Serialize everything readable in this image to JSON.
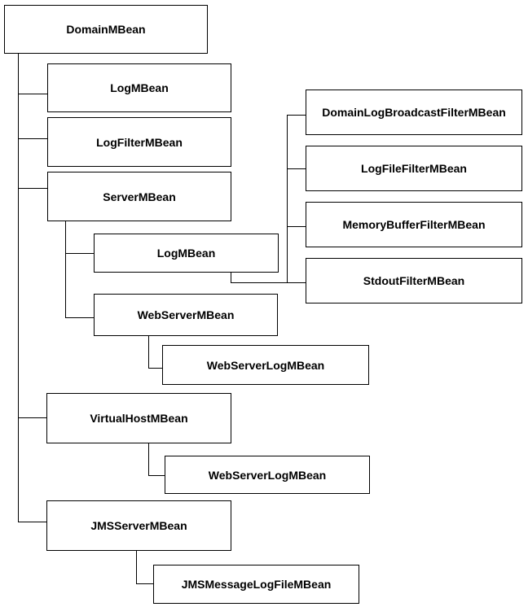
{
  "diagram": {
    "type": "tree-hierarchy",
    "background_color": "#ffffff",
    "box_border_color": "#000000",
    "box_fill_color": "#ffffff",
    "text_color": "#000000",
    "nodes": [
      {
        "id": "domain",
        "label": "DomainMBean",
        "parent": null
      },
      {
        "id": "log-under-domain",
        "label": "LogMBean",
        "parent": "domain"
      },
      {
        "id": "logfilter",
        "label": "LogFilterMBean",
        "parent": "domain"
      },
      {
        "id": "server",
        "label": "ServerMBean",
        "parent": "domain"
      },
      {
        "id": "log-under-server",
        "label": "LogMBean",
        "parent": "server"
      },
      {
        "id": "webserver",
        "label": "WebServerMBean",
        "parent": "server"
      },
      {
        "id": "webserverlog-under-webserver",
        "label": "WebServerLogMBean",
        "parent": "webserver"
      },
      {
        "id": "virtualhost",
        "label": "VirtualHostMBean",
        "parent": "domain"
      },
      {
        "id": "webserverlog-under-virtualhost",
        "label": "WebServerLogMBean",
        "parent": "virtualhost"
      },
      {
        "id": "jmsserver",
        "label": "JMSServerMBean",
        "parent": "domain"
      },
      {
        "id": "jmsmessagelogfile",
        "label": "JMSMessageLogFileMBean",
        "parent": "jmsserver"
      },
      {
        "id": "domainlogbroadcastfilter",
        "label": "DomainLogBroadcastFilterMBean",
        "parent": "log-under-server"
      },
      {
        "id": "logfilefilter",
        "label": "LogFileFilterMBean",
        "parent": "log-under-server"
      },
      {
        "id": "memorybufferfilter",
        "label": "MemoryBufferFilterMBean",
        "parent": "log-under-server"
      },
      {
        "id": "stdoutfilter",
        "label": "StdoutFilterMBean",
        "parent": "log-under-server"
      }
    ]
  }
}
